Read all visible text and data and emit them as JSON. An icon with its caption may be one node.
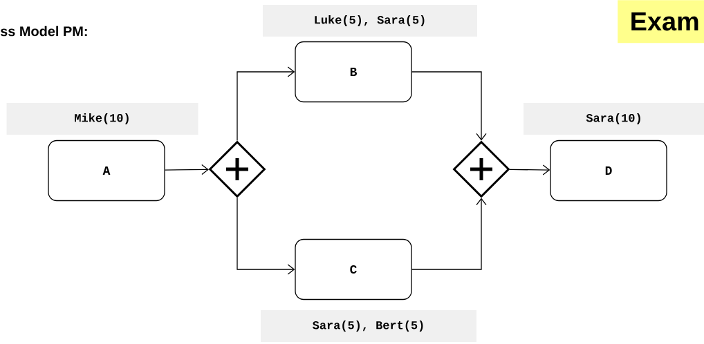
{
  "diagram": {
    "nodes": [
      {
        "text": [
          "A"
        ],
        "beside": [
          "Mike(10)"
        ]
      },
      {
        "text": [],
        "shape": "diamond"
      },
      {
        "text": [
          "B"
        ],
        "beside": [
          "Luke(5), Sara(5)"
        ]
      },
      {
        "text": [
          "C"
        ],
        "beside": [
          "Sara(5), Bert(5)"
        ]
      },
      {
        "text": [],
        "shape": "diamond"
      },
      {
        "text": [
          "D"
        ],
        "beside": [
          "Sara(10)"
        ]
      }
    ],
    "edges": [
      {
        "from": 0,
        "to": 1,
        "arrow": "to"
      },
      {
        "from": 1,
        "to": 2,
        "arrow": "to"
      },
      {
        "from": 1,
        "to": 3,
        "arrow": "to"
      },
      {
        "from": 2,
        "to": 4,
        "arrow": "to"
      },
      {
        "from": 3,
        "to": 4,
        "arrow": "to"
      },
      {
        "from": 4,
        "to": 5,
        "arrow": "to"
      }
    ],
    "labels": [
      "ss Model PM:",
      "Exam"
    ]
  }
}
